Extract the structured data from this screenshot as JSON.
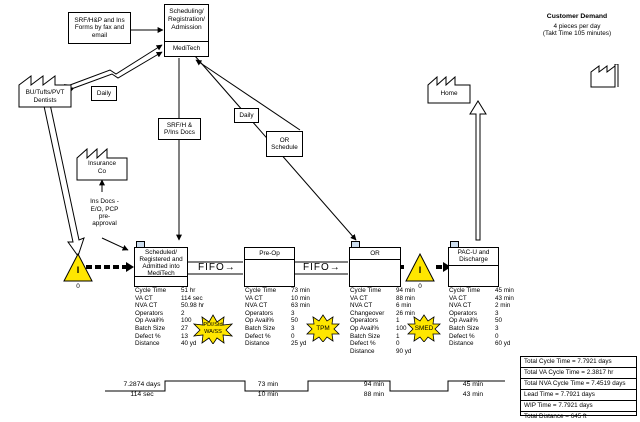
{
  "customer_demand": {
    "title": "Customer Demand",
    "line1": "4 pieces per day",
    "line2": "(Takt Time 105 minutes)"
  },
  "entities": {
    "scheduling": {
      "line1": "Scheduling/",
      "line2": "Registration/",
      "line3": "Admission",
      "footer": "MediTech"
    },
    "srf_note": {
      "line1": "SRF/H&P and Ins",
      "line2": "Forms by fax and",
      "line3": "email"
    },
    "dentists": {
      "line1": "BU/Tufts/PVT",
      "line2": "Dentists"
    },
    "daily_left": "Daily",
    "home": "Home",
    "insurance": {
      "line1": "Insurance",
      "line2": "Co"
    },
    "ins_docs": {
      "line1": "Ins Docs -",
      "line2": "E/O, PCP",
      "line3": "pre-",
      "line4": "approval"
    },
    "srf_h": {
      "line1": "SRF/H &",
      "line2": "P/Ins Docs"
    },
    "daily_mid": "Daily",
    "or_schedule": {
      "line1": "OR",
      "line2": "Schedule"
    }
  },
  "processes": [
    {
      "name_lines": [
        "Scheduled/",
        "Registered and",
        "Admitted into",
        "MediTech"
      ],
      "stats": [
        [
          "Cycle Time",
          "51 hr"
        ],
        [
          "VA CT",
          "114 sec"
        ],
        [
          "NVA CT",
          "50.98 hr"
        ],
        [
          "Operators",
          "2"
        ],
        [
          "Op Avail%",
          "100"
        ],
        [
          "Batch Size",
          "27"
        ],
        [
          "Defect %",
          "13"
        ],
        [
          "Distance",
          "40 yd"
        ]
      ],
      "kaizen": [
        "PDI/Std",
        "WA/SS"
      ]
    },
    {
      "name_lines": [
        "Pre-Op"
      ],
      "stats": [
        [
          "Cycle Time",
          "73 min"
        ],
        [
          "VA CT",
          "10 min"
        ],
        [
          "NVA CT",
          "63 min"
        ],
        [
          "Operators",
          "3"
        ],
        [
          "Op Avail%",
          "50"
        ],
        [
          "Batch Size",
          "3"
        ],
        [
          "Defect %",
          "0"
        ],
        [
          "Distance",
          "25 yd"
        ]
      ],
      "kaizen": [
        "TPM"
      ]
    },
    {
      "name_lines": [
        "OR"
      ],
      "stats": [
        [
          "Cycle Time",
          "94 min"
        ],
        [
          "VA CT",
          "88 min"
        ],
        [
          "NVA CT",
          "6 min"
        ],
        [
          "Changeover",
          "26 min"
        ],
        [
          "Operators",
          "1"
        ],
        [
          "Op Avail%",
          "100"
        ],
        [
          "Batch Size",
          "1"
        ],
        [
          "Defect %",
          "0"
        ],
        [
          "Distance",
          "90 yd"
        ]
      ],
      "kaizen": [
        "SMED"
      ]
    },
    {
      "name_lines": [
        "PAC-U and",
        "Discharge"
      ],
      "stats": [
        [
          "Cycle Time",
          "45 min"
        ],
        [
          "VA CT",
          "43 min"
        ],
        [
          "NVA CT",
          "2 min"
        ],
        [
          "Operators",
          "3"
        ],
        [
          "Op Avail%",
          "50"
        ],
        [
          "Batch Size",
          "3"
        ],
        [
          "Defect %",
          "0"
        ],
        [
          "Distance",
          "60 yd"
        ]
      ],
      "kaizen": []
    }
  ],
  "fifo": [
    "FIFO",
    "FIFO"
  ],
  "inventory": [
    "I",
    "I"
  ],
  "inventory_counts": [
    "0",
    "0"
  ],
  "timeline": [
    {
      "top": "7.2874 days",
      "bottom": "114 sec"
    },
    {
      "top": "73 min",
      "bottom": "10 min"
    },
    {
      "top": "94 min",
      "bottom": "88 min"
    },
    {
      "top": "45 min",
      "bottom": "43 min"
    }
  ],
  "summary": [
    "Total Cycle Time = 7.7921 days",
    "Total VA Cycle Time = 2.3817 hr",
    "Total NVA Cycle Time = 7.4519 days",
    "Lead Time = 7.7921 days",
    "WIP Time = 7.7921 days",
    "Total Distance = 645 ft"
  ],
  "colors": {
    "kaizen": "#ffe600",
    "inventory": "#ffe600",
    "line": "#000000"
  }
}
